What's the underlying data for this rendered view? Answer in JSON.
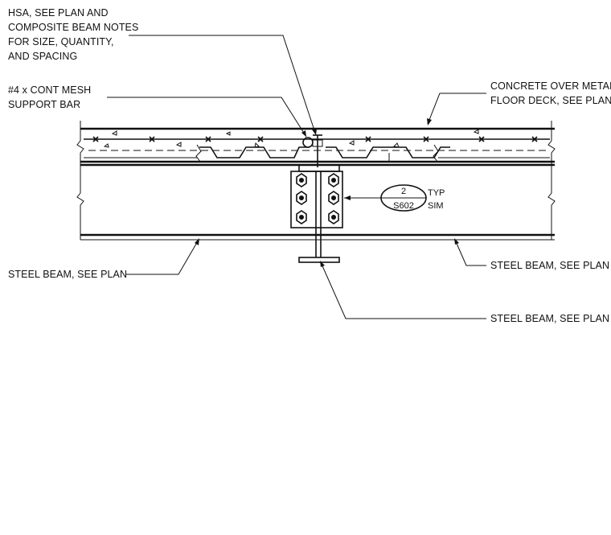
{
  "notes": {
    "hsa": [
      "HSA, SEE PLAN AND",
      "COMPOSITE BEAM NOTES",
      "FOR SIZE, QUANTITY,",
      "AND SPACING"
    ],
    "mesh": [
      "#4 x CONT MESH",
      "SUPPORT BAR"
    ],
    "concrete": [
      "CONCRETE OVER METAL",
      "FLOOR DECK, SEE PLAN"
    ],
    "beam_left": "STEEL BEAM, SEE PLAN",
    "beam_right": "STEEL BEAM, SEE PLAN",
    "beam_bottom": "STEEL BEAM, SEE PLAN"
  },
  "detail_tag": {
    "number": "2",
    "sheet": "S602",
    "typ": "TYP",
    "sim": "SIM"
  }
}
